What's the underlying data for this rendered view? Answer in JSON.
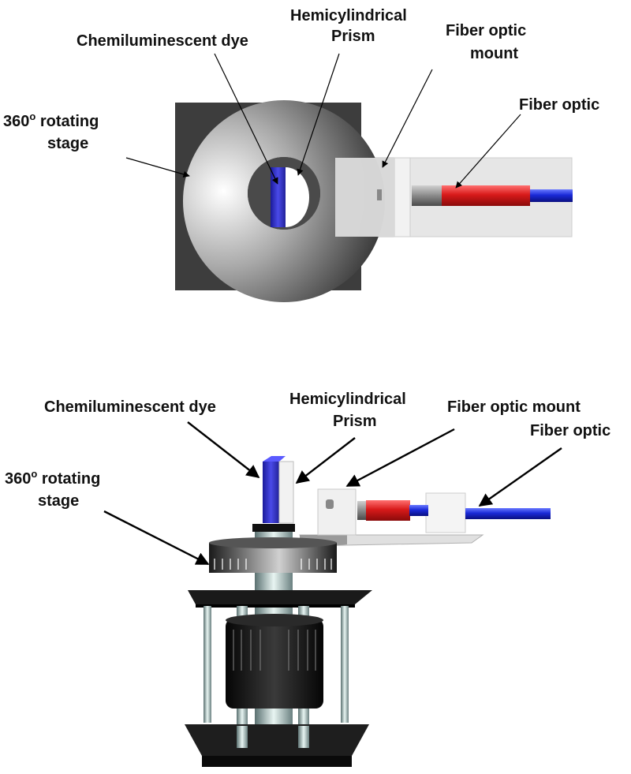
{
  "top_view": {
    "labels": {
      "chemiluminescent_dye": "Chemiluminescent dye",
      "prism_line1": "Hemicylindrical",
      "prism_line2": "Prism",
      "mount_line1": "Fiber optic",
      "mount_line2": "mount",
      "fiber_optic": "Fiber optic",
      "stage_num": "360",
      "stage_sup": "o",
      "stage_rest": " rotating",
      "stage_line2": "stage"
    }
  },
  "side_view": {
    "labels": {
      "chemiluminescent_dye": "Chemiluminescent dye",
      "prism_line1": "Hemicylindrical",
      "prism_line2": "Prism",
      "mount": "Fiber optic mount",
      "fiber_optic": "Fiber optic",
      "stage_num": "360",
      "stage_sup": "o",
      "stage_rest": " rotating",
      "stage_line2": "stage"
    }
  },
  "colors": {
    "dye": "#3a3ad8",
    "fiber_red": "#d81a1a",
    "fiber_blue": "#1a2ad8",
    "stage": "#3a3a3a"
  }
}
